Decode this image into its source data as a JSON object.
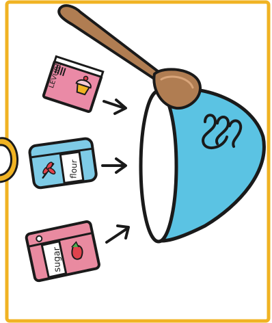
{
  "colors": {
    "frame": "#f0b323",
    "bowl": "#5bc3e3",
    "spoon": "#b07d52",
    "leavening_box": "#ea8aa6",
    "flour_box": "#7ecbe6",
    "sugar_box": "#e98aa0",
    "outline": "#1a1a1a"
  },
  "packages": {
    "leavening": {
      "label": "LEVURE",
      "icon": "cupcake-icon"
    },
    "flour": {
      "label": "flour",
      "icon": "wheat-icon"
    },
    "sugar": {
      "label": "sugar",
      "icon": "strawberry-icon"
    }
  },
  "arrows": [
    "arrow-right-icon",
    "arrow-right-icon",
    "arrow-up-right-icon"
  ],
  "bowl": {
    "icon": "mixing-bowl-icon",
    "spoon_icon": "wooden-spoon-icon"
  }
}
